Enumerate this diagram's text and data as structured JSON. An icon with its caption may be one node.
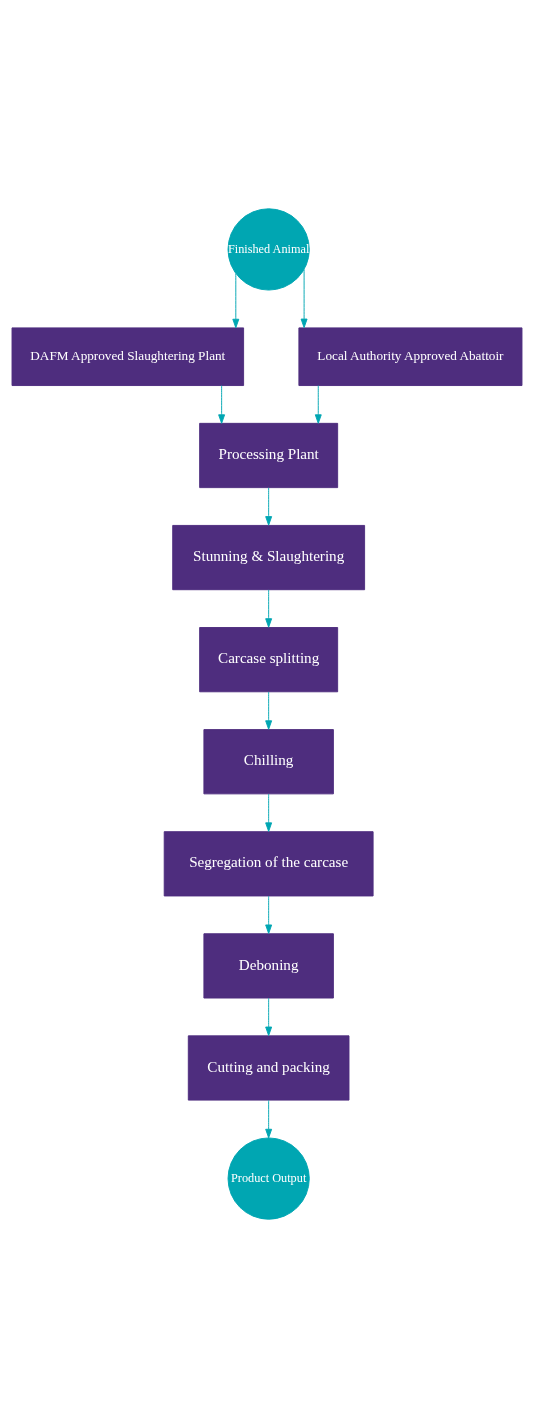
{
  "diagram": {
    "nodes": [
      {
        "text": [
          "Finished Animal"
        ]
      },
      {
        "text": [
          "DAFM Approved Slaughtering Plant"
        ]
      },
      {
        "text": [
          "Local Authority Approved Abattoir"
        ]
      },
      {
        "text": [
          "Processing Plant"
        ]
      },
      {
        "text": [
          "Stunning & Slaughtering"
        ]
      },
      {
        "text": [
          "Carcase splitting"
        ]
      },
      {
        "text": [
          "Chilling"
        ]
      },
      {
        "text": [
          "Segregation of the carcase"
        ]
      },
      {
        "text": [
          "Deboning"
        ]
      },
      {
        "text": [
          "Cutting and packing"
        ]
      },
      {
        "text": [
          "Product Output"
        ]
      }
    ],
    "edges": [
      {
        "from": 0,
        "to": 1,
        "arrow": "to"
      },
      {
        "from": 0,
        "to": 2,
        "arrow": "to"
      },
      {
        "from": 1,
        "to": 3,
        "arrow": "to"
      },
      {
        "from": 2,
        "to": 3,
        "arrow": "to"
      },
      {
        "from": 3,
        "to": 4,
        "arrow": "to"
      },
      {
        "from": 4,
        "to": 5,
        "arrow": "to"
      },
      {
        "from": 5,
        "to": 6,
        "arrow": "to"
      },
      {
        "from": 6,
        "to": 7,
        "arrow": "to"
      },
      {
        "from": 7,
        "to": 8,
        "arrow": "to"
      },
      {
        "from": 8,
        "to": 9,
        "arrow": "to"
      },
      {
        "from": 9,
        "to": 10,
        "arrow": "to"
      }
    ]
  }
}
